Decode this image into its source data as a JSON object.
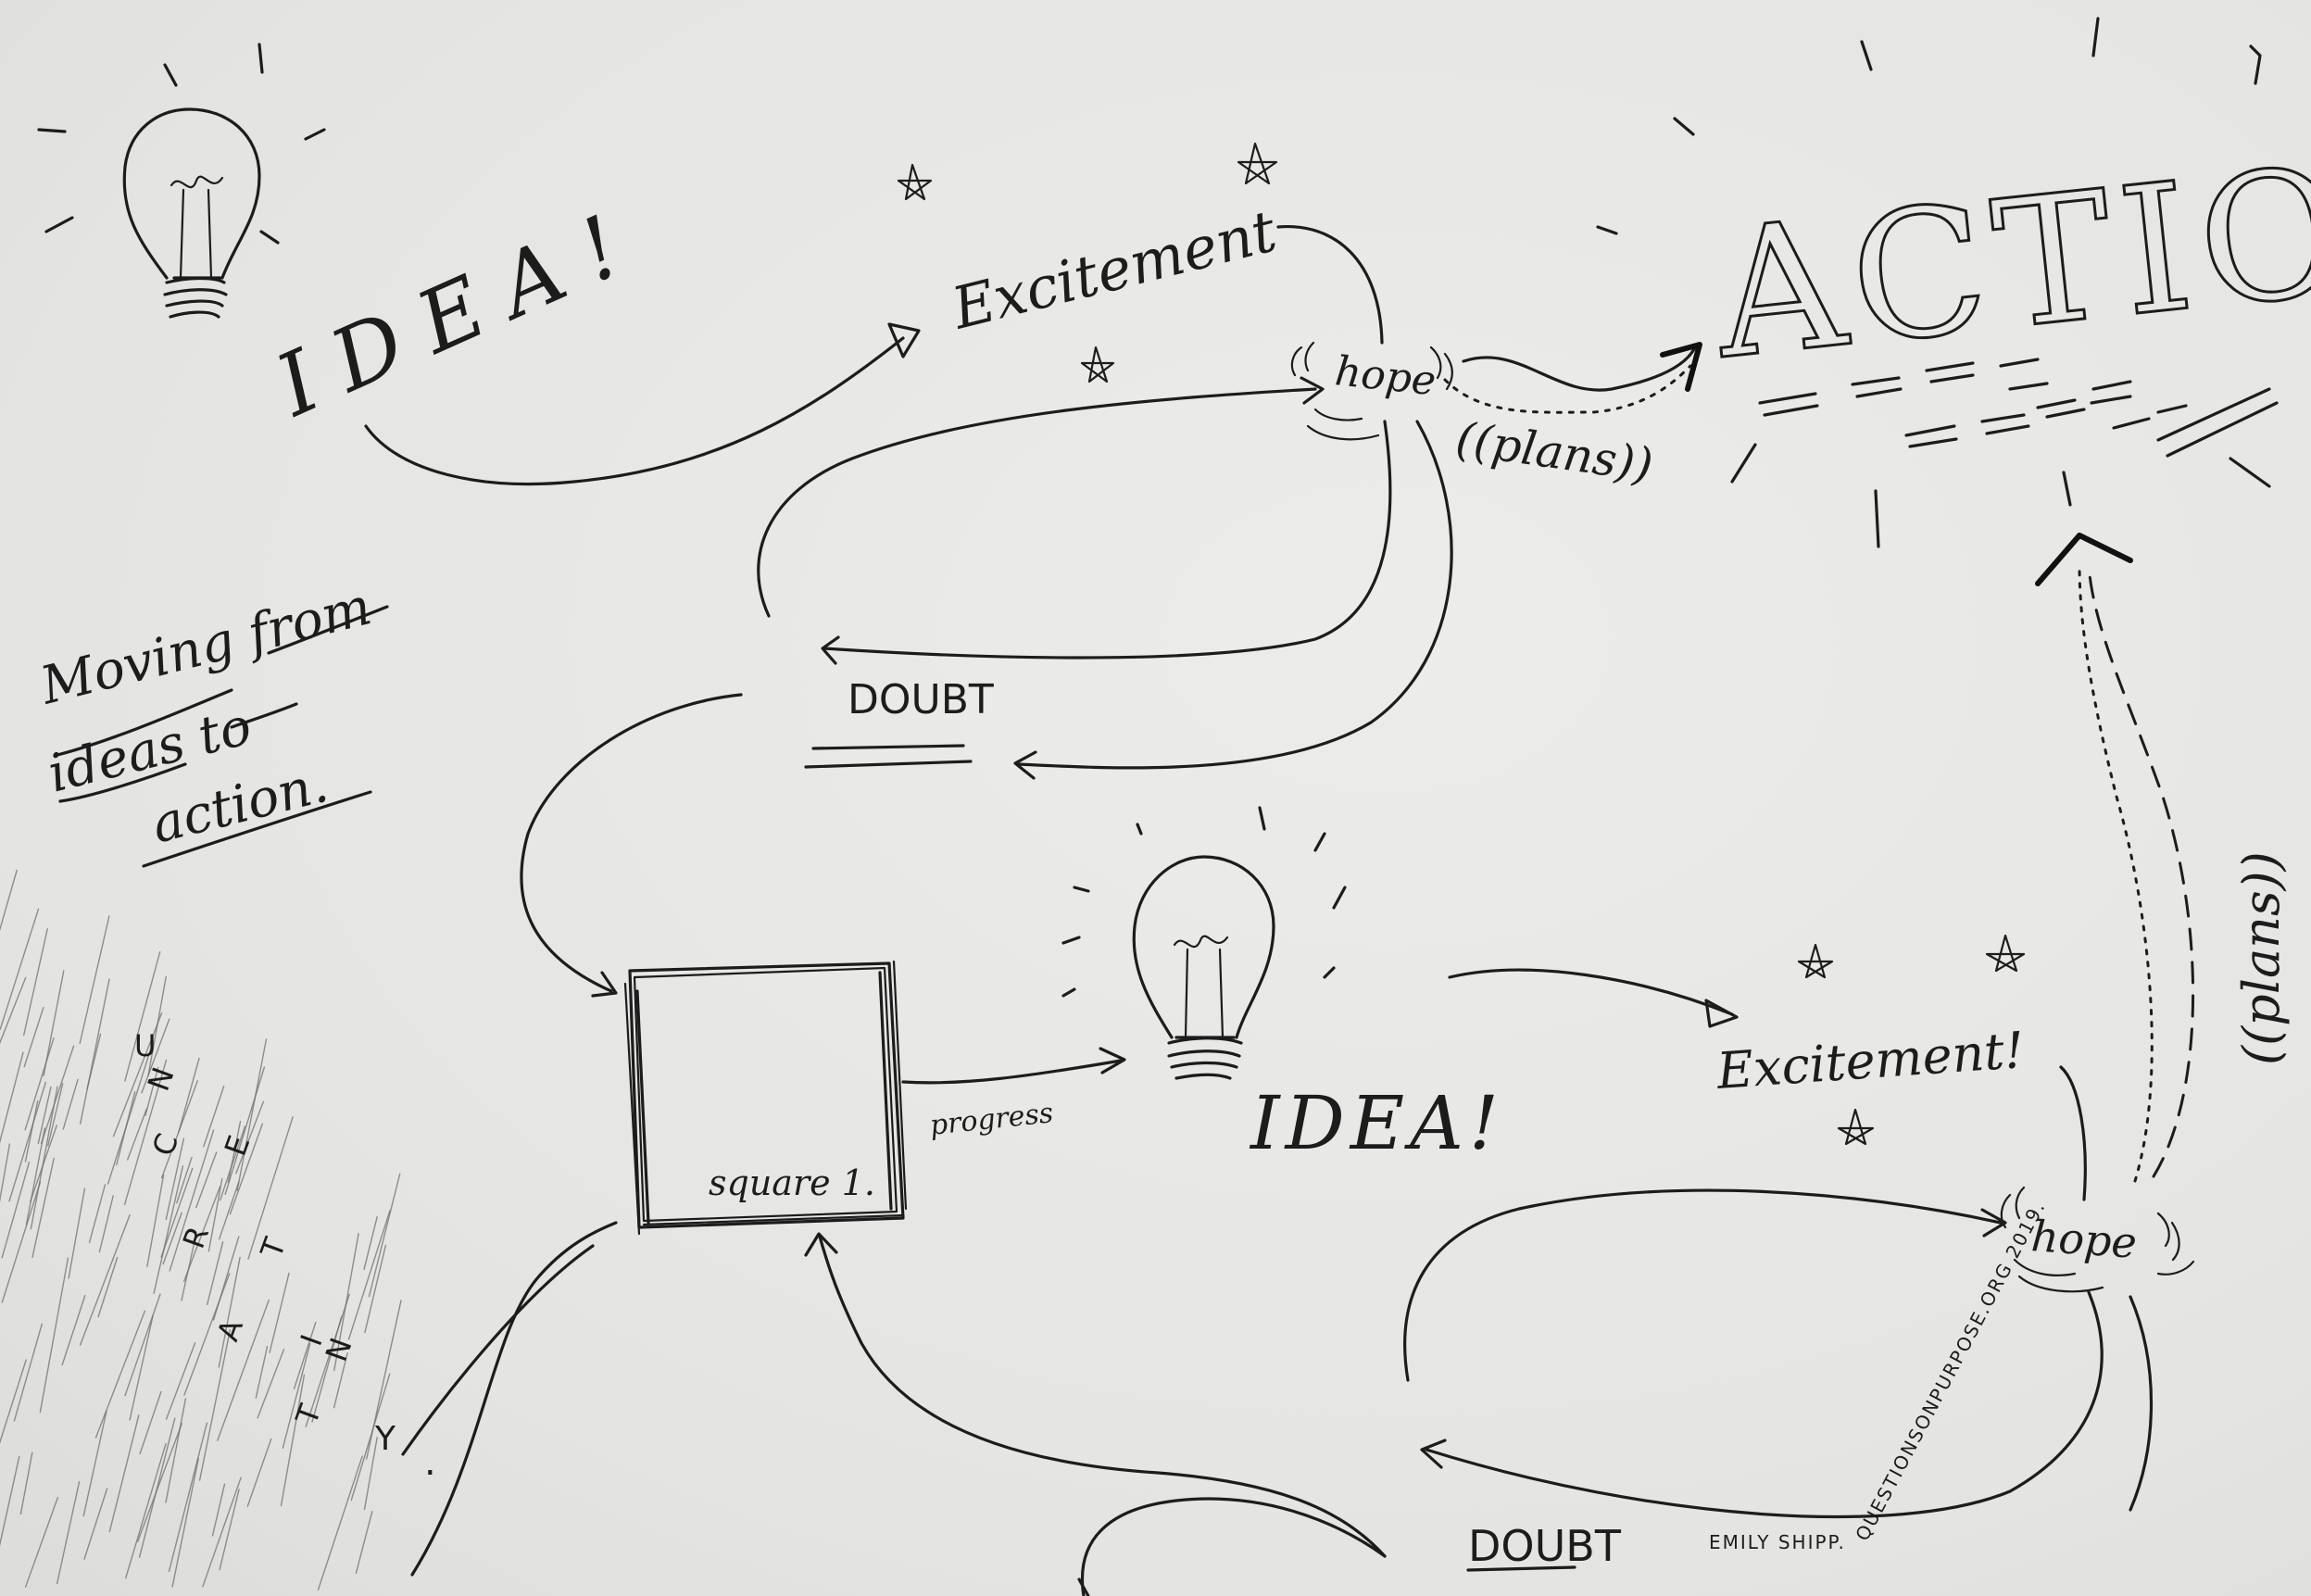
{
  "labels": {
    "idea_top": "IDEA!",
    "excitement_top": "Excitement",
    "hope_top": "hope",
    "plans_top": "((plans))",
    "action": "ACTION",
    "doubt_top": "DOUBT",
    "title_line1": "Moving from",
    "title_line2": "ideas to",
    "title_line3": "action.",
    "uncertainty": [
      "U",
      "N",
      "C",
      "E",
      "R",
      "T",
      "A",
      "I",
      "N",
      "T",
      "Y",
      "."
    ],
    "square": "square 1.",
    "progress": "progress",
    "idea_bottom": "IDEA!",
    "excitement_bottom": "Excitement!",
    "hope_bottom": "hope",
    "plans_right": "((plans))",
    "doubt_bottom": "DOUBT",
    "credit": "EMILY SHIPP.",
    "credit_url": "QUESTIONSONPURPOSE.ORG 2019."
  },
  "colors": {
    "ink": "#1c1c1c",
    "paper": "#e7e7e5",
    "pencil": "#6f6f6f"
  },
  "icons": {
    "bulb_top": "lightbulb-icon",
    "bulb_bottom": "lightbulb-icon",
    "stars": "star-icon"
  }
}
